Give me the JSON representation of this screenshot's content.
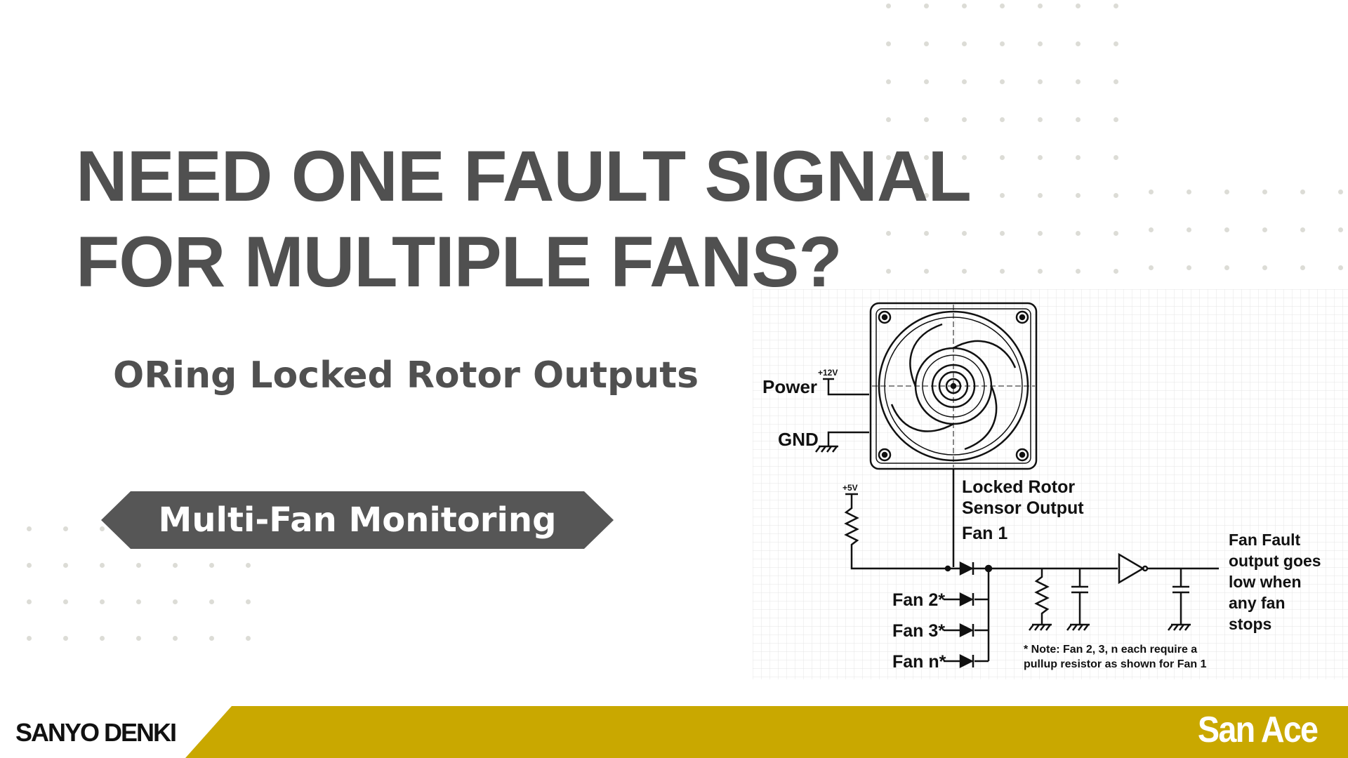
{
  "headline": {
    "line1": "NEED ONE FAULT SIGNAL",
    "line2": "FOR MULTIPLE FANS?"
  },
  "subtitle": "ORing Locked Rotor Outputs",
  "tag_label": "Multi-Fan Monitoring",
  "diagram": {
    "power_label": "Power",
    "v12_label": "+12V",
    "gnd_label": "GND",
    "v5_label": "+5V",
    "sensor_label": [
      "Locked Rotor",
      "Sensor Output",
      "Fan 1"
    ],
    "fan_inputs": [
      "Fan 2*",
      "Fan 3*",
      "Fan n*"
    ],
    "output_label": [
      "Fan Fault",
      "output goes",
      "low when",
      "any fan",
      "stops"
    ],
    "note": [
      "* Note: Fan 2, 3, n each require a",
      "pullup resistor as shown for Fan 1"
    ]
  },
  "footer": {
    "left_logo": "SANYO DENKI",
    "right_logo": "San Ace"
  },
  "colors": {
    "text_gray": "#505050",
    "tag_bg": "#565656",
    "footer_gold": "#c9a800",
    "dot": "#dcdcd6"
  }
}
